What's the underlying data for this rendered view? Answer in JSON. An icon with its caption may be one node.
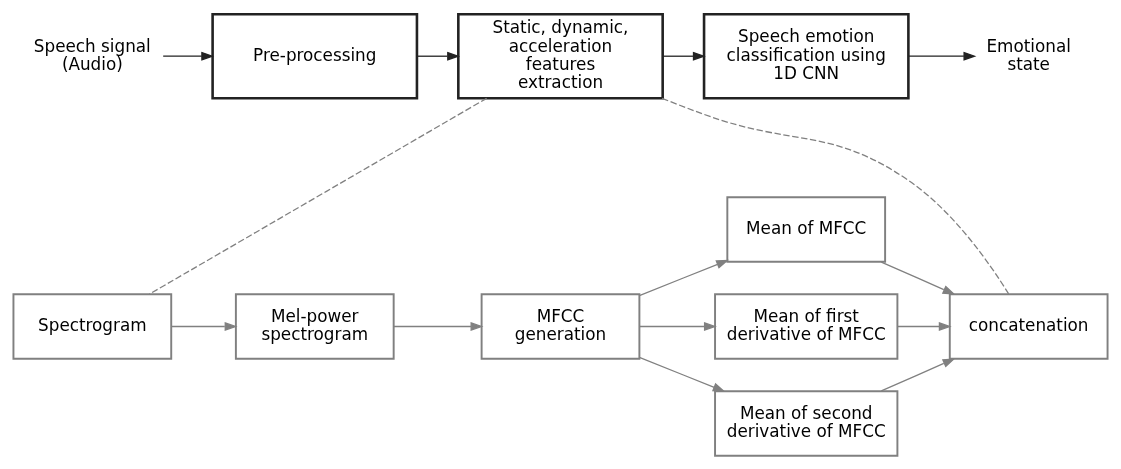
{
  "diagram": {
    "nodes": [
      {
        "text": [
          "Speech signal (Audio)"
        ]
      },
      {
        "text": [
          "Pre-processing"
        ]
      },
      {
        "text": [
          "Static, dynamic, acceleration features extraction"
        ]
      },
      {
        "text": [
          "Speech emotion classification using 1D CNN"
        ]
      },
      {
        "text": [
          "Emotional state"
        ]
      },
      {
        "text": [
          "Spectrogram"
        ]
      },
      {
        "text": [
          "Mel-power spectrogram"
        ]
      },
      {
        "text": [
          "MFCC generation"
        ]
      },
      {
        "text": [
          "Mean of MFCC"
        ]
      },
      {
        "text": [
          "Mean of first derivative of MFCC"
        ]
      },
      {
        "text": [
          "Mean of second derivative of MFCC"
        ]
      },
      {
        "text": [
          "concatenation"
        ]
      }
    ],
    "edges": [
      {
        "from": 0,
        "to": 1,
        "arrow": "to",
        "color": "#222222"
      },
      {
        "from": 1,
        "to": 2,
        "arrow": "to",
        "color": "#222222"
      },
      {
        "from": 2,
        "to": 3,
        "arrow": "to",
        "color": "#222222"
      },
      {
        "from": 3,
        "to": 4,
        "arrow": "to",
        "color": "#222222"
      },
      {
        "from": 2,
        "to": 5,
        "arrow": "none",
        "style": "dashed"
      },
      {
        "from": 2,
        "to": 11,
        "arrow": "none",
        "style": "dashed"
      },
      {
        "from": 5,
        "to": 6,
        "arrow": "to"
      },
      {
        "from": 6,
        "to": 7,
        "arrow": "to"
      },
      {
        "from": 7,
        "to": 8,
        "arrow": "to"
      },
      {
        "from": 7,
        "to": 9,
        "arrow": "to"
      },
      {
        "from": 7,
        "to": 10,
        "arrow": "to"
      },
      {
        "from": 8,
        "to": 11,
        "arrow": "to"
      },
      {
        "from": 9,
        "to": 11,
        "arrow": "to"
      },
      {
        "from": 10,
        "to": 11,
        "arrow": "to"
      }
    ]
  }
}
